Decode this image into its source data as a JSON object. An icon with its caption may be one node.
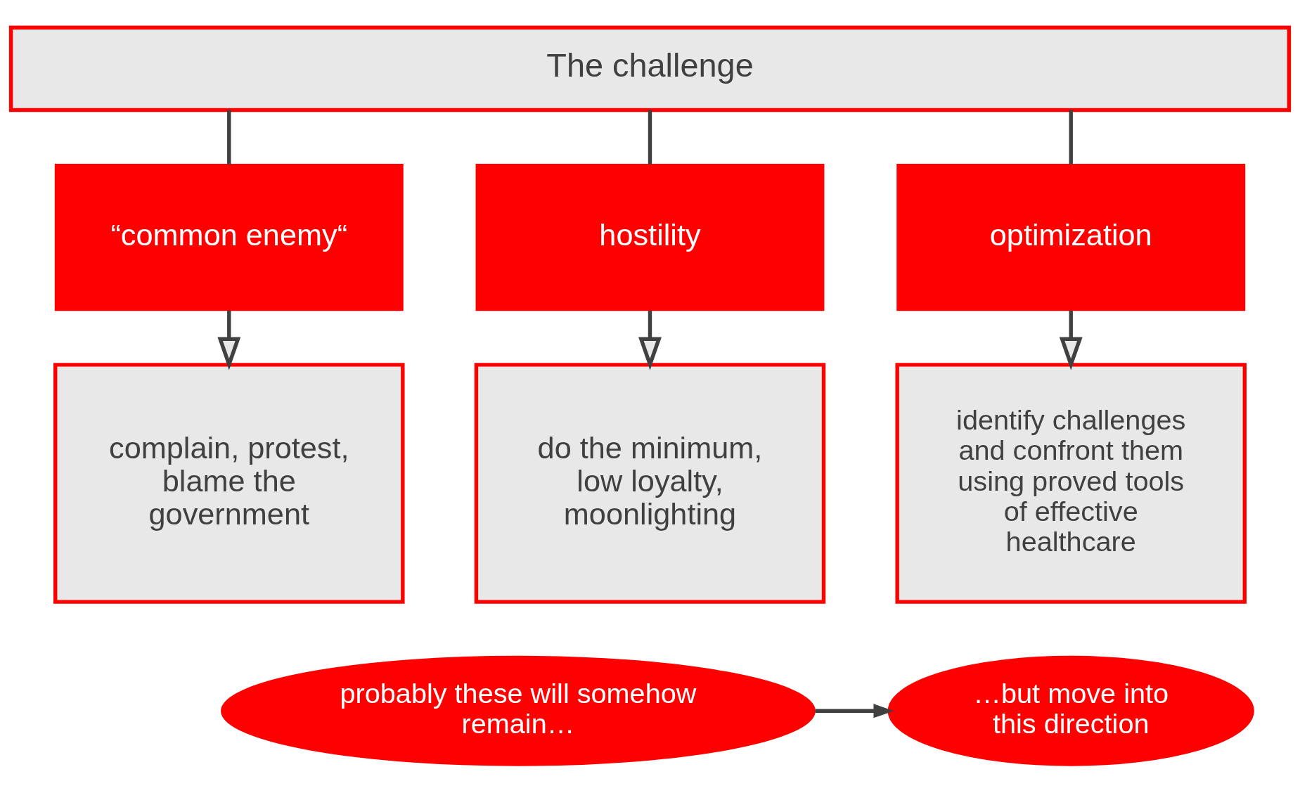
{
  "diagram": {
    "nodes": [
      {
        "text": [
          "The challenge"
        ]
      },
      {
        "text": [
          "“common enemy“"
        ]
      },
      {
        "text": [
          "hostility"
        ]
      },
      {
        "text": [
          "optimization"
        ]
      },
      {
        "text": [
          "complain, protest, blame the government"
        ]
      },
      {
        "text": [
          "do the minimum, low loyalty, moonlighting"
        ]
      },
      {
        "text": [
          "identify challenges and confront them using proved tools of effective healthcare"
        ]
      },
      {
        "text": [
          "probably these will somehow remain…"
        ]
      },
      {
        "text": [
          "…but move into this direction"
        ]
      }
    ],
    "edges": [
      {
        "from": 0,
        "to": 1,
        "arrow": "none"
      },
      {
        "from": 0,
        "to": 2,
        "arrow": "none"
      },
      {
        "from": 0,
        "to": 3,
        "arrow": "none"
      },
      {
        "from": 1,
        "to": 4,
        "arrow": "to"
      },
      {
        "from": 2,
        "to": 5,
        "arrow": "to"
      },
      {
        "from": 3,
        "to": 6,
        "arrow": "to"
      },
      {
        "from": 7,
        "to": 8,
        "arrow": "to"
      }
    ]
  }
}
